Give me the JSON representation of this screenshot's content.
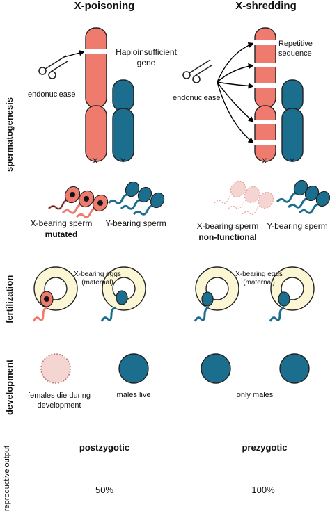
{
  "titles": {
    "left": "X-poisoning",
    "right": "X-shredding"
  },
  "side_labels": {
    "spermatogenesis": "spermatogenesis",
    "fertilization": "fertilization",
    "development": "development",
    "reproductive_output": "reproductive output"
  },
  "left": {
    "endonuclease": "endonuclease",
    "gene_label": "Haploinsufficient gene",
    "chrom_x": "X",
    "chrom_y": "Y",
    "x_sperm": "X-bearing sperm",
    "x_sperm_status": "mutated",
    "y_sperm": "Y-bearing sperm",
    "eggs_label": "X-bearing eggs (maternal)",
    "dev_female": "females die during development",
    "dev_male": "males live",
    "mode": "postzygotic",
    "output": "50%"
  },
  "right": {
    "endonuclease": "endonuclease",
    "repeat_label": "Repetitive sequence",
    "chrom_x": "X",
    "chrom_y": "Y",
    "x_sperm": "X-bearing sperm",
    "x_sperm_status": "non-functional",
    "y_sperm": "Y-bearing sperm",
    "eggs_label": "X-bearing eggs (maternal)",
    "dev_label": "only males",
    "mode": "prezygotic",
    "output": "100%"
  },
  "colors": {
    "x_chrom": "#ef7a6e",
    "y_chrom": "#1b6e8e",
    "egg": "#fbf7d5",
    "dead": "#f4d5d2"
  }
}
